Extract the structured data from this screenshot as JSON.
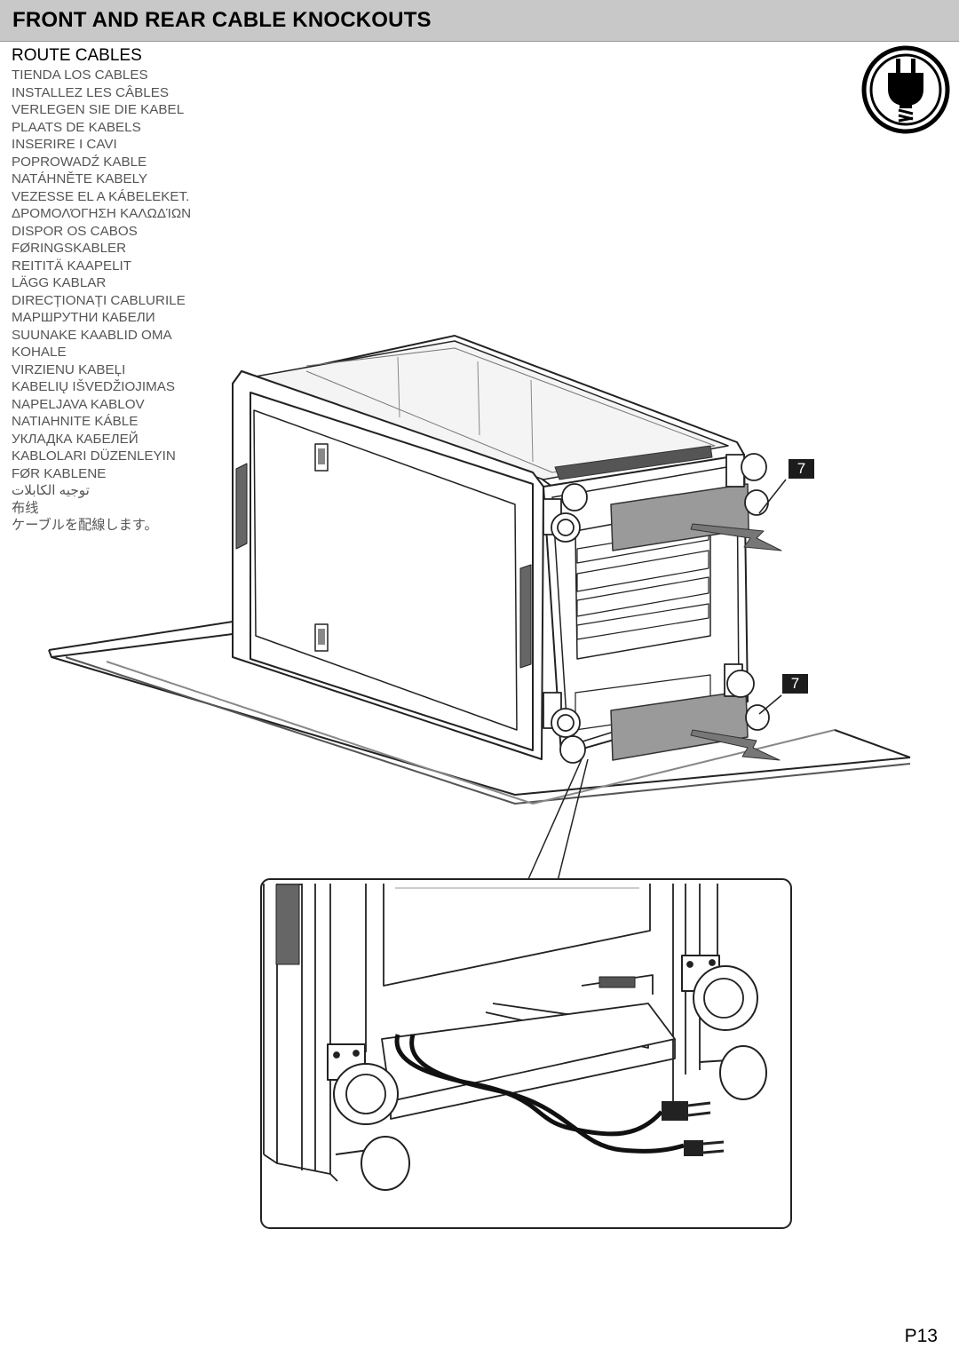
{
  "header": {
    "title": "FRONT AND REAR CABLE KNOCKOUTS"
  },
  "section": {
    "title": "ROUTE CABLES",
    "translations": [
      "TIENDA LOS CABLES",
      "INSTALLEZ LES CÂBLES",
      "VERLEGEN SIE DIE KABEL",
      "PLAATS DE KABELS",
      "INSERIRE I CAVI",
      "POPROWADŹ KABLE",
      "NATÁHNĚTE KABELY",
      "VEZESSE EL A KÁBELEKET.",
      "ΔΡΟΜΟΛΌΓΗΣΗ ΚΑΛΩΔΊΩΝ",
      "DISPOR OS CABOS",
      "FØRINGSKABLER",
      "REITITÄ KAAPELIT",
      "LÄGG KABLAR",
      "DIRECȚIONAȚI CABLURILE",
      "МАРШРУТНИ КАБЕЛИ",
      "SUUNAKE KAABLID OMA",
      "KOHALE",
      "VIRZIENU KABEĻI",
      "KABELIŲ IŠVEDŽIOJIMAS",
      "NAPELJAVA KABLOV",
      "NATIAHNITE KÁBLE",
      "УКЛАДКА КАБЕЛЕЙ",
      "KABLOLARI DÜZENLEYIN",
      "FØR KABLENE",
      "توجيه الكابلات",
      "布线",
      "ケーブルを配線します。"
    ]
  },
  "icons": {
    "plug": "power-plug-icon"
  },
  "callouts": [
    "7",
    "7"
  ],
  "page": {
    "number": "P13"
  }
}
